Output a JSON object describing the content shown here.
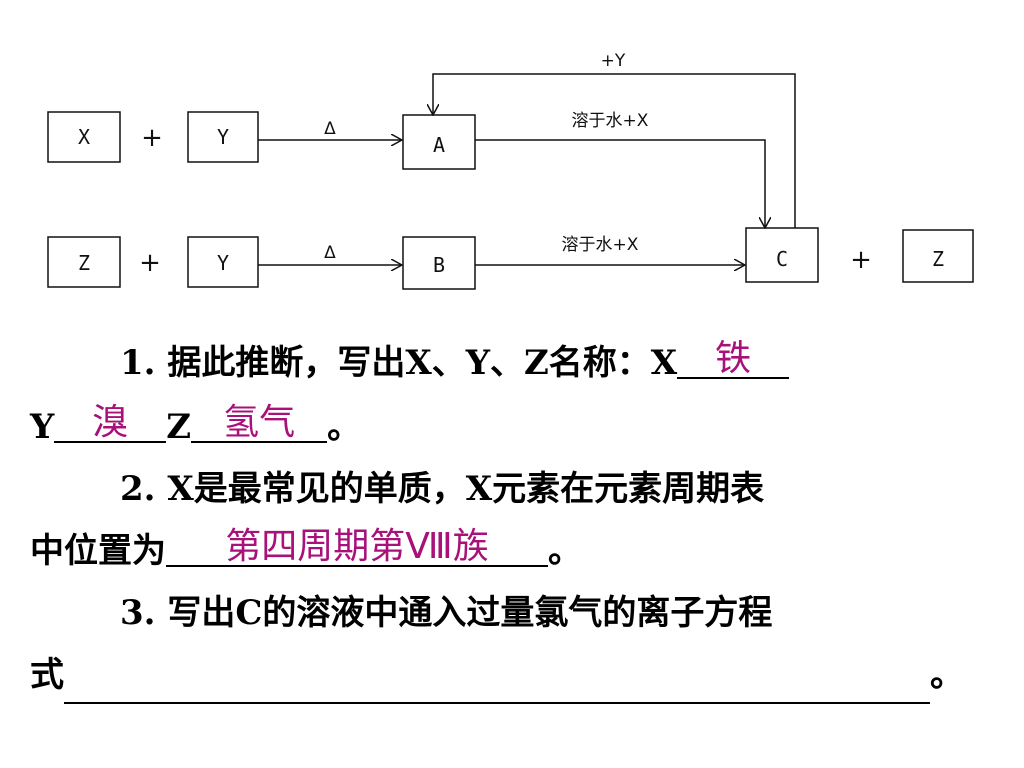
{
  "diagram": {
    "row1": {
      "box1": "X",
      "plus1": "+",
      "box2": "Y",
      "arrow_label": "Δ",
      "product": "A",
      "arrow2_label": "溶于水+X"
    },
    "row2": {
      "box1": "Z",
      "plus1": "+",
      "box2": "Y",
      "arrow_label": "Δ",
      "product": "B",
      "arrow2_label": "溶于水+X"
    },
    "loop_label": "+Y",
    "result": {
      "box": "C",
      "plus": "+",
      "box2": "Z"
    }
  },
  "questions": {
    "q1": {
      "prefix": "1. 据此推断，写出X、Y、Z名称：X",
      "x_answer": "铁",
      "y_label": "Y",
      "y_answer": "溴",
      "z_label": "Z",
      "z_answer": "氢气",
      "end": "。"
    },
    "q2": {
      "line1": "2. X是最常见的单质，X元素在元素周期表",
      "line2_prefix": "中位置为",
      "answer": "第四周期第Ⅷ族",
      "end": "。"
    },
    "q3": {
      "line1": "3. 写出C的溶液中通入过量氯气的离子方程",
      "line2_prefix": "式",
      "end": "。"
    }
  }
}
